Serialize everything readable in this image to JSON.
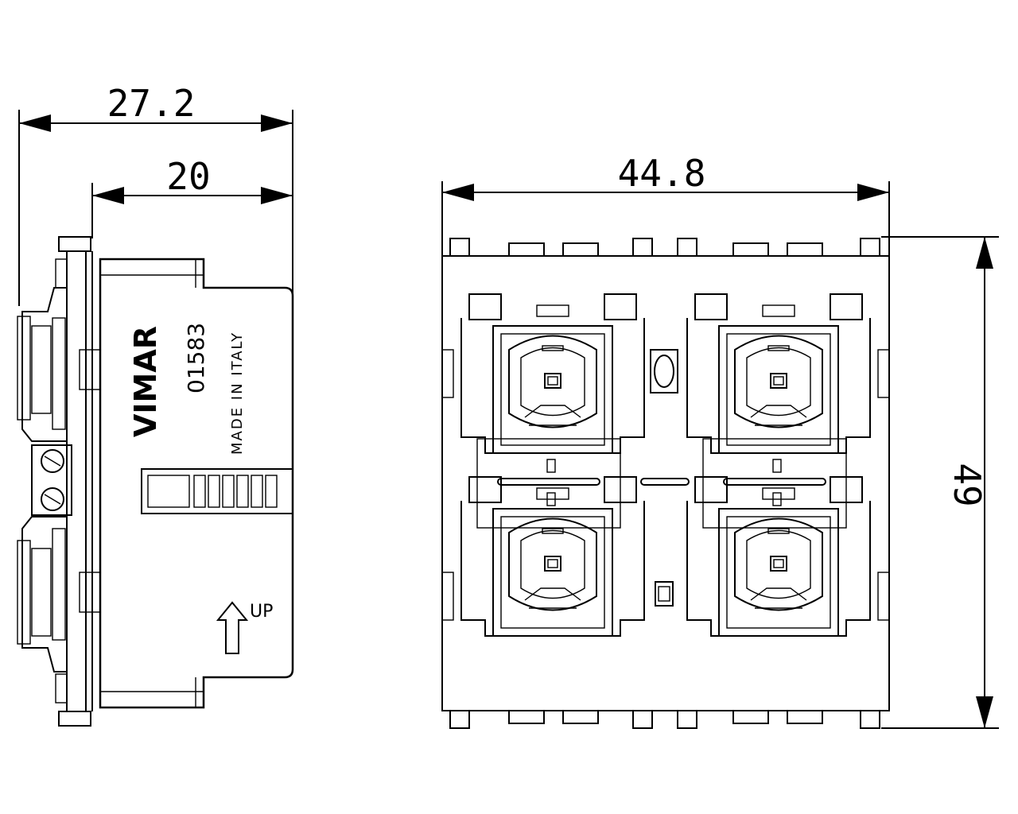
{
  "side_view": {
    "dimension_overall": "27.2",
    "dimension_body": "20",
    "brand": "VIMAR",
    "part_number": "01583",
    "origin": "MADE IN ITALY",
    "orientation_label": "UP"
  },
  "front_view": {
    "dimension_width": "44.8",
    "dimension_height": "49"
  }
}
